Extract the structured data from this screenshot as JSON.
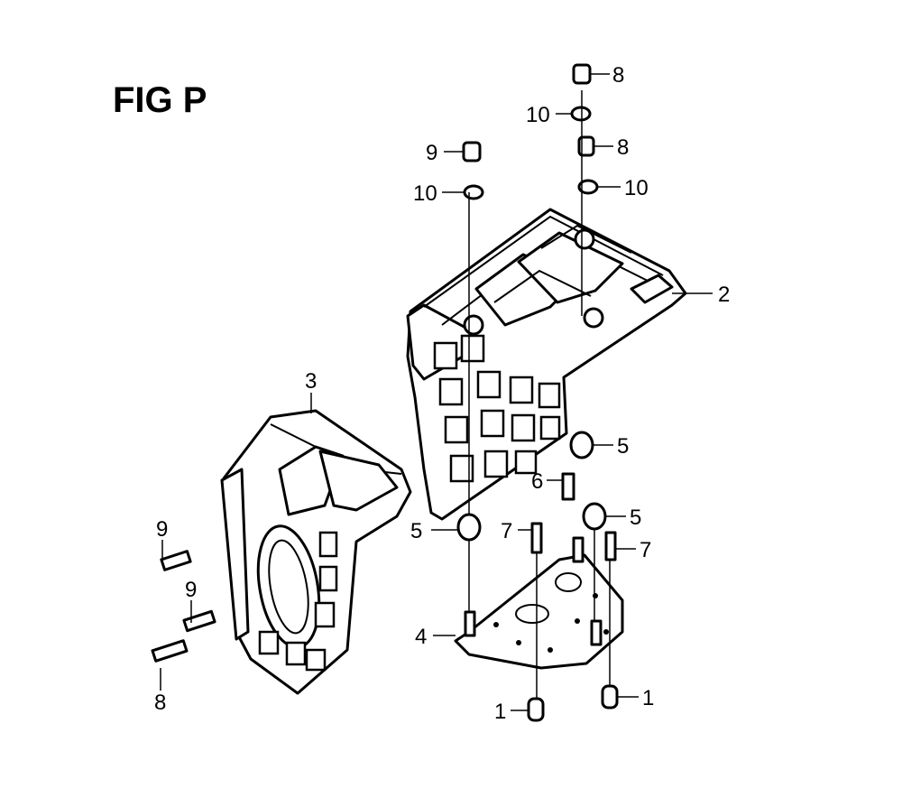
{
  "title": "FIG P",
  "callouts": [
    {
      "id": "c1a",
      "text": "1"
    },
    {
      "id": "c1b",
      "text": "1"
    },
    {
      "id": "c2",
      "text": "2"
    },
    {
      "id": "c3",
      "text": "3"
    },
    {
      "id": "c4",
      "text": "4"
    },
    {
      "id": "c5a",
      "text": "5"
    },
    {
      "id": "c5b",
      "text": "5"
    },
    {
      "id": "c5c",
      "text": "5"
    },
    {
      "id": "c6",
      "text": "6"
    },
    {
      "id": "c7a",
      "text": "7"
    },
    {
      "id": "c7b",
      "text": "7"
    },
    {
      "id": "c8a",
      "text": "8"
    },
    {
      "id": "c8b",
      "text": "8"
    },
    {
      "id": "c8c",
      "text": "8"
    },
    {
      "id": "c9a",
      "text": "9"
    },
    {
      "id": "c9b",
      "text": "9"
    },
    {
      "id": "c9c",
      "text": "9"
    },
    {
      "id": "c10a",
      "text": "10"
    },
    {
      "id": "c10b",
      "text": "10"
    },
    {
      "id": "c10c",
      "text": "10"
    }
  ]
}
